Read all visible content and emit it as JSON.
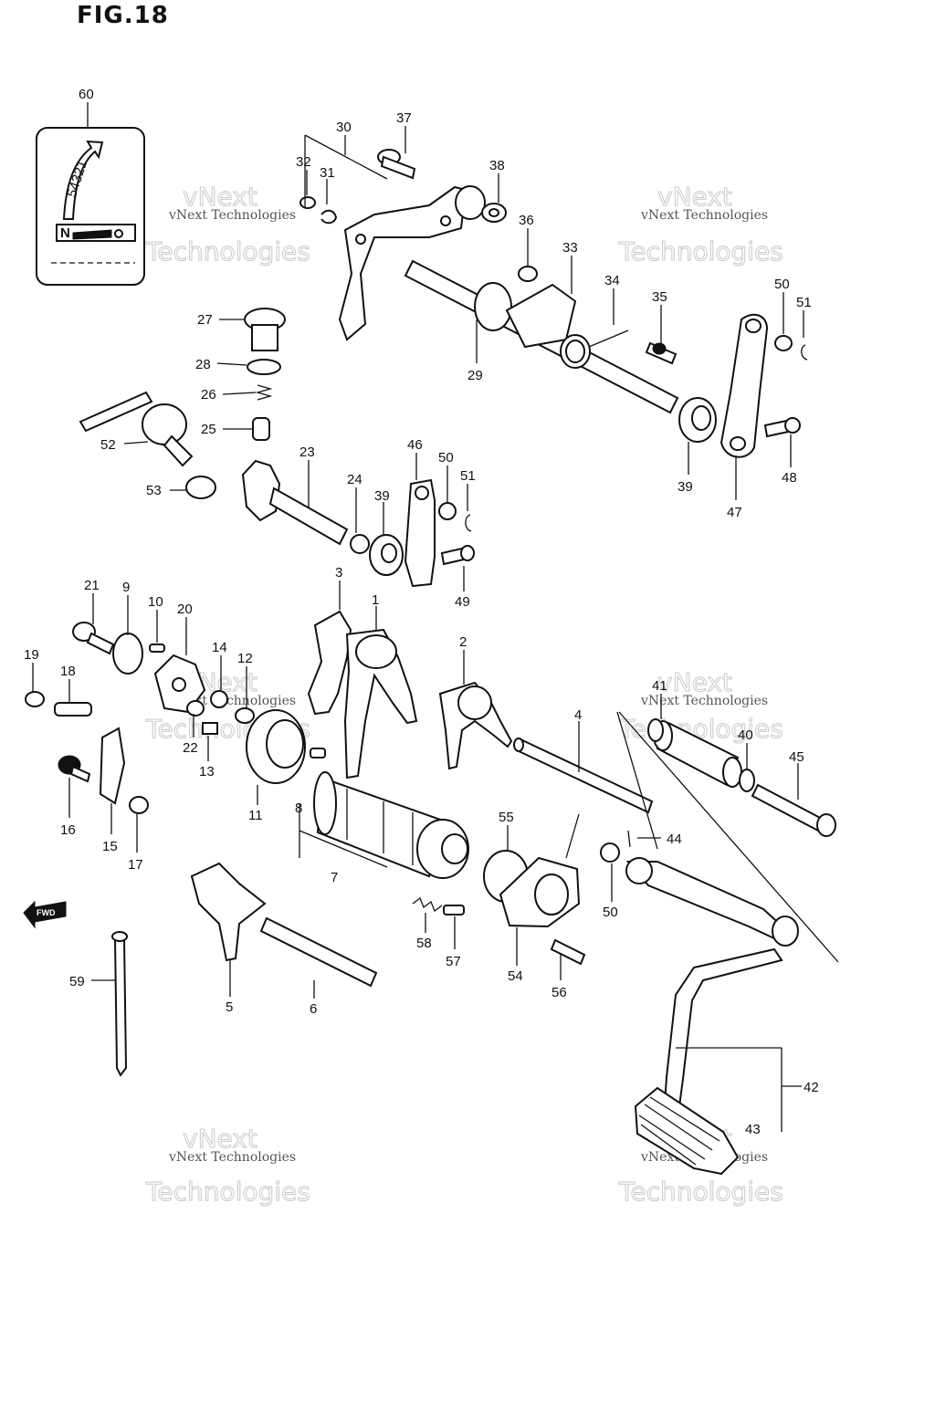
{
  "figure": {
    "title": "FIG.18"
  },
  "shift_plate": {
    "gears": "54321",
    "neutral": "N"
  },
  "fwd_label": "FWD",
  "watermarks": [
    {
      "line1": "vNext Technologies",
      "line2": "vNext",
      "line3": "Technologies"
    },
    {
      "line1": "vNext Technologies",
      "line2": "vNext",
      "line3": "Technologies"
    },
    {
      "line1": "vNext Technologies",
      "line2": "vNext",
      "line3": "Technologies"
    },
    {
      "line1": "vNext Technologies",
      "line2": "vNext",
      "line3": "Technologies"
    },
    {
      "line1": "vNext Technologies",
      "line2": "vNext",
      "line3": "Technologies"
    },
    {
      "line1": "vNext Technologies",
      "line2": "vNext",
      "line3": "Technologies"
    }
  ],
  "callouts": [
    "60",
    "30",
    "37",
    "32",
    "31",
    "38",
    "36",
    "33",
    "34",
    "35",
    "50",
    "51",
    "27",
    "28",
    "26",
    "25",
    "29",
    "39",
    "47",
    "48",
    "52",
    "23",
    "46",
    "50",
    "51",
    "24",
    "39",
    "53",
    "49",
    "3",
    "1",
    "21",
    "9",
    "10",
    "20",
    "14",
    "12",
    "19",
    "18",
    "2",
    "41",
    "40",
    "45",
    "4",
    "22",
    "13",
    "11",
    "16",
    "15",
    "17",
    "8",
    "7",
    "55",
    "44",
    "50",
    "58",
    "57",
    "54",
    "56",
    "59",
    "5",
    "6",
    "42",
    "43"
  ]
}
